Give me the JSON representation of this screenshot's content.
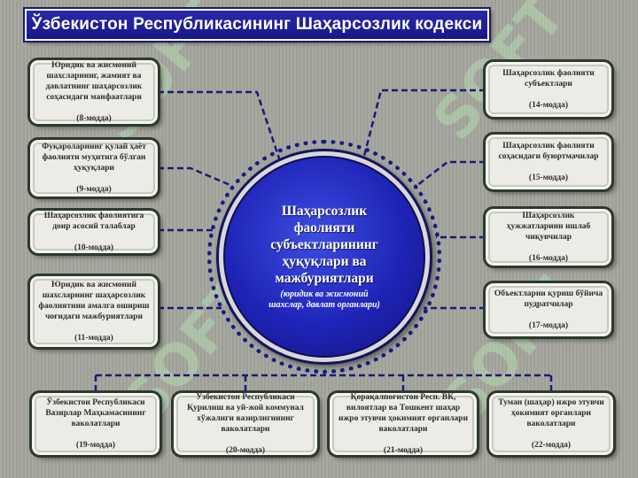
{
  "title": "Ўзбекистон Республикасининг Шаҳарсозлик кодекси",
  "center": {
    "title": "Шаҳарсозлик\nфаолияти\nсубъектларининг\nҳуқуқлари ва\nмажбуриятлари",
    "subtitle": "(юридик ва жисмоний\nшахслар, давлат органлари)"
  },
  "left_boxes": [
    {
      "text": "Юридик ва жисмоний шахсларнинг, жамият ва давлатнинг шаҳарсозлик соҳасидаги манфаатлари",
      "article": "(8-модда)"
    },
    {
      "text": "Фуқароларнинг қулай ҳаёт фаолияти муҳитига бўлган ҳуқуқлари",
      "article": "(9-модда)"
    },
    {
      "text": "Шаҳарсозлик фаолиятига доир асосий талаблар",
      "article": "(10-модда)"
    },
    {
      "text": "Юридик ва жисмоний шахсларнинг шаҳарсозлик фаолиятини амалга ошириш чоғидаги мажбуриятлари",
      "article": "(11-модда)"
    }
  ],
  "right_boxes": [
    {
      "text": "Шаҳарсозлик фаолияти субъектлари",
      "article": "(14-модда)"
    },
    {
      "text": "Шаҳарсозлик фаолияти соҳасидаги буюртмачилар",
      "article": "(15-модда)"
    },
    {
      "text": "Шаҳарсозлик ҳужжатларини ишлаб чиқувчилар",
      "article": "(16-модда)"
    },
    {
      "text": "Объектларни қуриш бўйича пудратчилар",
      "article": "(17-модда)"
    }
  ],
  "bottom_boxes": [
    {
      "text": "Ўзбекистон Республикаси Вазирлар Маҳкамасининг ваколатлари",
      "article": "(19-модда)"
    },
    {
      "text": "Ўзбекистон Республикаси Қурилиш ва уй-жой коммунал хўжалиги вазирлигининг ваколатлари",
      "article": "(20-модда)"
    },
    {
      "text": "Қорақалпоғистон Респ. ВК, вилоятлар ва Тошкент шаҳар ижро этувчи ҳокимият органлари ваколатлари",
      "article": "(21-модда)"
    },
    {
      "text": "Туман (шаҳар) ижро этувчи ҳокимият органлари ваколатлари",
      "article": "(22-модда)"
    }
  ],
  "watermark": "SOFT",
  "colors": {
    "title_bg": "#1f1f9a",
    "circle": "#2228bb",
    "connector": "#1a1a7a",
    "box_bg": "#ecece6",
    "page_bg": "#a3a59c"
  }
}
